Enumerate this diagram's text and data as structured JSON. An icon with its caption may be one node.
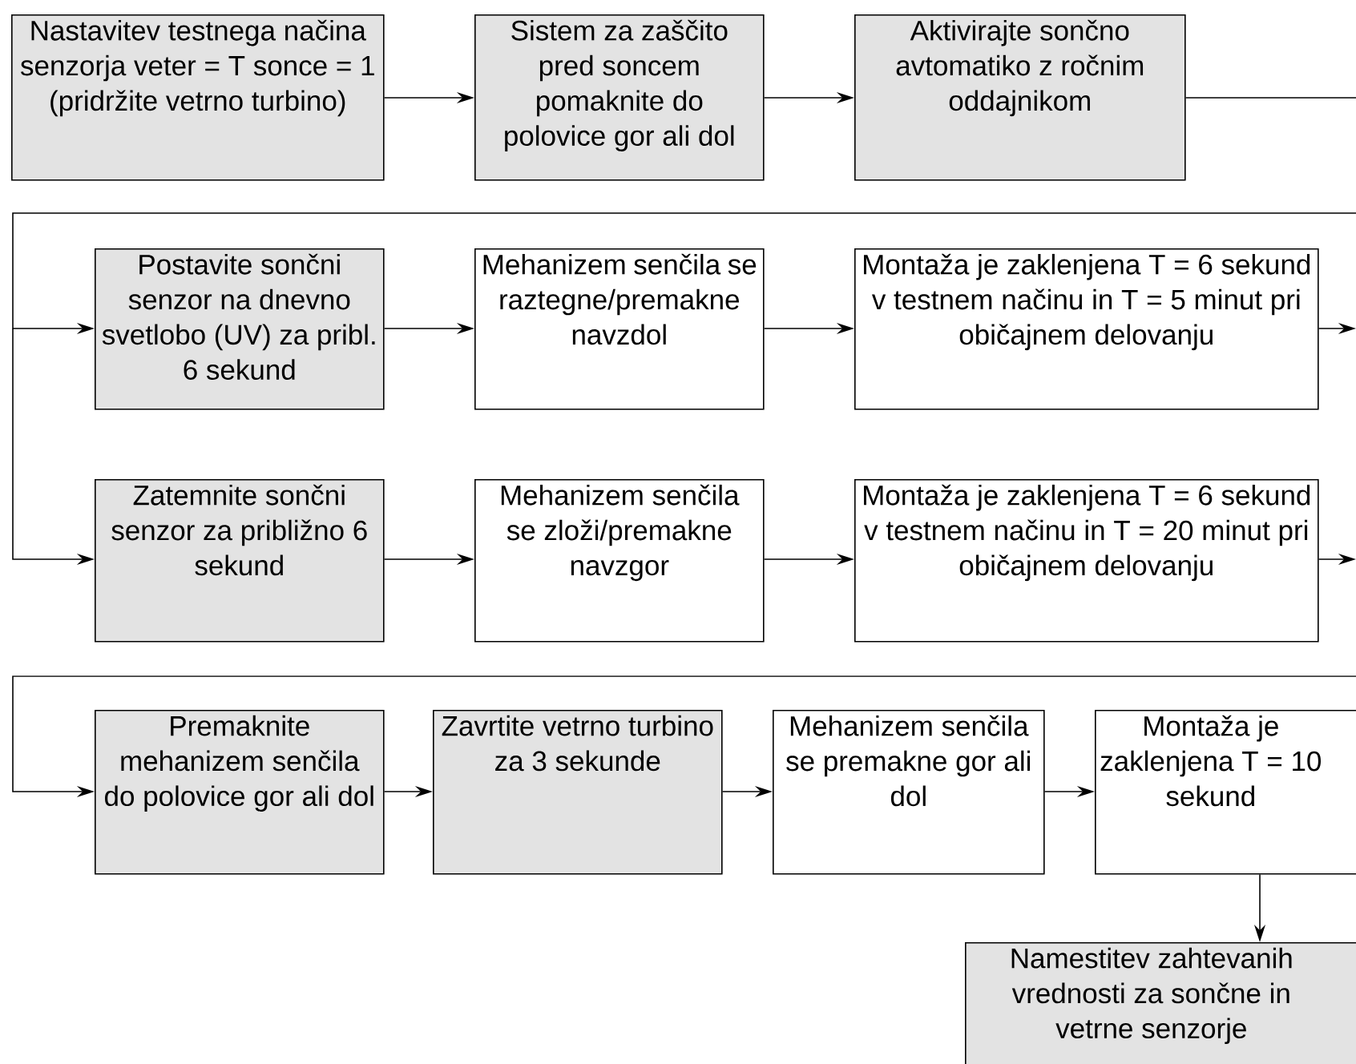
{
  "diagram": {
    "nodes": [
      {
        "text": [
          "Nastavitev testnega načina senzorja veter = T sonce = 1 (pridržite vetrno turbino)"
        ]
      },
      {
        "text": [
          "Sistem za zaščito pred soncem pomaknite do polovice gor ali dol"
        ]
      },
      {
        "text": [
          "Aktivirajte sončno avtomatiko z ročnim oddajnikom"
        ]
      },
      {
        "text": [
          "Postavite sončni senzor na dnevno svetlobo (UV) za pribl. 6 sekund"
        ]
      },
      {
        "text": [
          "Mehanizem senčila se raztegne/premakne navzdol"
        ]
      },
      {
        "text": [
          "Montaža je zaklenjena T = 6 sekund v testnem načinu in T = 5 minut pri običajnem delovanju"
        ]
      },
      {
        "text": [
          "Zatemnite sončni senzor za približno 6 sekund"
        ]
      },
      {
        "text": [
          "Mehanizem senčila se zloži/premakne navzgor"
        ]
      },
      {
        "text": [
          "Montaža je zaklenjena T = 6 sekund v testnem načinu in T = 20 minut pri običajnem delovanju"
        ]
      },
      {
        "text": [
          "Premaknite mehanizem senčila do polovice gor ali dol"
        ]
      },
      {
        "text": [
          "Zavrtite vetrno turbino za 3 sekunde"
        ]
      },
      {
        "text": [
          "Mehanizem senčila se premakne gor ali dol"
        ]
      },
      {
        "text": [
          "Montaža je zaklenjena T = 10 sekund"
        ]
      },
      {
        "text": [
          "Namestitev zahtevanih vrednosti za sončne in vetrne senzorje"
        ]
      }
    ],
    "edges": [
      {
        "from": 0,
        "to": 1,
        "arrow": "to"
      },
      {
        "from": 1,
        "to": 2,
        "arrow": "to"
      },
      {
        "from": 2,
        "to": 3,
        "arrow": "to"
      },
      {
        "from": 3,
        "to": 4,
        "arrow": "to"
      },
      {
        "from": 4,
        "to": 5,
        "arrow": "to"
      },
      {
        "from": 5,
        "to": null,
        "arrow": "to"
      },
      {
        "from": null,
        "to": 6,
        "arrow": "to"
      },
      {
        "from": 6,
        "to": 7,
        "arrow": "to"
      },
      {
        "from": 7,
        "to": 8,
        "arrow": "to"
      },
      {
        "from": 8,
        "to": null,
        "arrow": "to"
      },
      {
        "from": null,
        "to": 9,
        "arrow": "to"
      },
      {
        "from": 9,
        "to": 10,
        "arrow": "to"
      },
      {
        "from": 10,
        "to": 11,
        "arrow": "to"
      },
      {
        "from": 11,
        "to": 12,
        "arrow": "to"
      },
      {
        "from": 12,
        "to": 13,
        "arrow": "to"
      }
    ]
  }
}
